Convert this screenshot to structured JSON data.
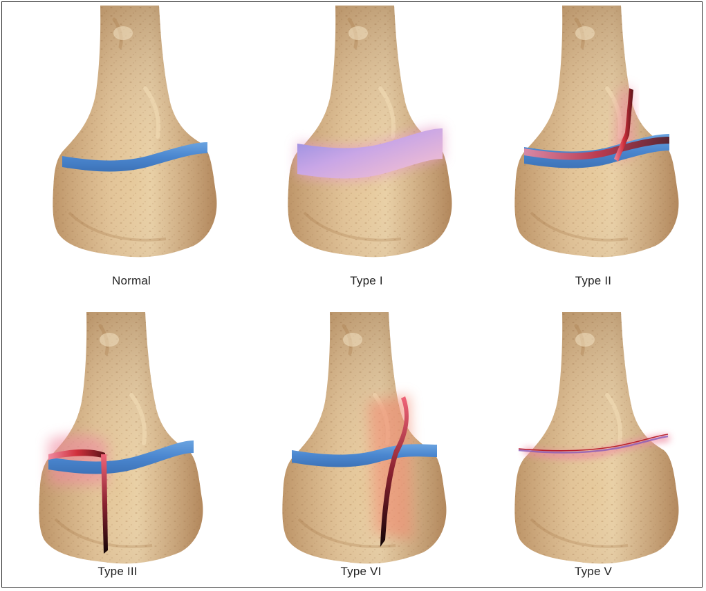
{
  "panels": [
    {
      "label": "Normal",
      "type": "normal"
    },
    {
      "label": "Type I",
      "type": "type1"
    },
    {
      "label": "Type II",
      "type": "type2"
    },
    {
      "label": "Type III",
      "type": "type3"
    },
    {
      "label": "Type VI",
      "type": "type4"
    },
    {
      "label": "Type V",
      "type": "type5"
    }
  ],
  "colors": {
    "bone": "#d9b689",
    "bone_dark": "#b98a58",
    "growth_plate": "#4a86cf",
    "fracture": "#e2434f",
    "fracture_dark": "#3a1014",
    "border": "#2a2a2a"
  }
}
